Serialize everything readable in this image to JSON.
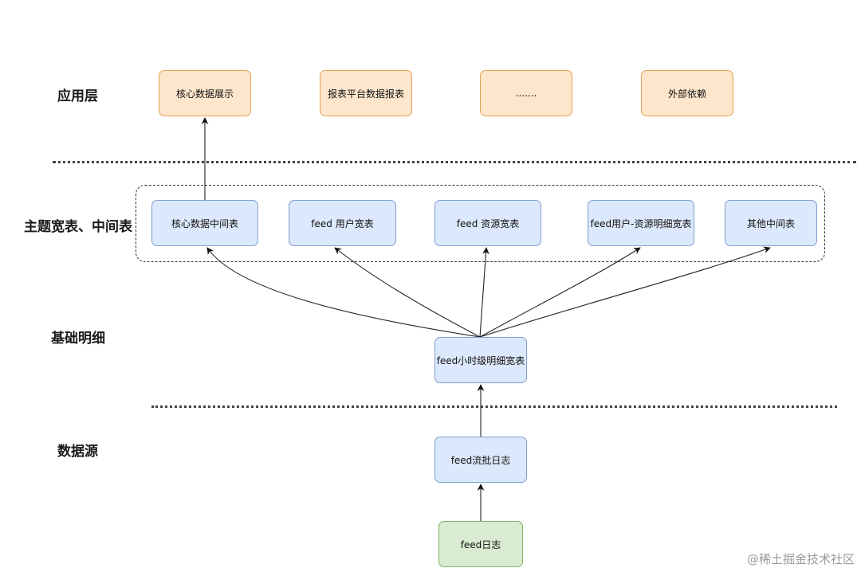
{
  "layers": {
    "application": "应用层",
    "theme_wide": "主题宽表、中间表",
    "base_detail": "基础明细",
    "data_source": "数据源"
  },
  "nodes": {
    "app_core_display": "核心数据展示",
    "app_report_platform": "报表平台数据报表",
    "app_ellipsis": ".......",
    "app_external": "外部依赖",
    "wide_core_middle": "核心数据中间表",
    "wide_feed_user": "feed 用户宽表",
    "wide_feed_resource": "feed 资源宽表",
    "wide_feed_user_resource": "feed用户-资源明细宽表",
    "wide_other_middle": "其他中间表",
    "detail_feed_hourly": "feed小时级明细宽表",
    "source_feed_stream_batch": "feed流批日志",
    "source_feed_log": "feed日志"
  },
  "colors": {
    "application_fill": "#fde6cc",
    "application_border": "#e3a257",
    "middle_fill": "#dce8fb",
    "middle_border": "#7f9fcf",
    "source_fill": "#d9ecd2",
    "source_border": "#82b366"
  },
  "watermark": "@稀土掘金技术社区"
}
